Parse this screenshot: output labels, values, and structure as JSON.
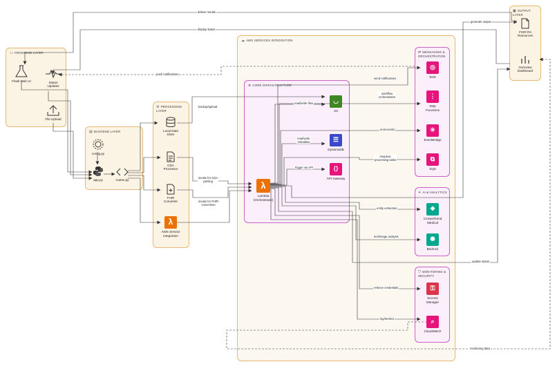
{
  "groups": {
    "frontend": "FRONTEND LAYER",
    "backend": "BACKEND LAYER",
    "processing": "PROCESSING\nLAYER",
    "aws": "AWS SERVICES INTEGRATION",
    "core": "CORE INFRASTRUCTURE",
    "messaging": "MESSAGING &\nORCHESTRATION",
    "ai": "AI & ANALYTICS",
    "monitoring": "MONITORING &\nSECURITY",
    "output": "OUTPUT LAYER"
  },
  "nodes": {
    "flask": "Flask Web UI",
    "status": "Status\nUpdates",
    "upload": "File Upload",
    "config": "config.py",
    "app": "app.py",
    "routes": "routes.py",
    "localdata": "Local Data\nStore",
    "cda": "CDA\nProcessor",
    "fhirconv": "FHIR\nConverter",
    "awsint": "AWS Service\nIntegration",
    "lambda": "Lambda\n(Orchestrator)",
    "s3": "S3",
    "dynamo": "DynamoDB",
    "apigw": "API Gateway",
    "sns": "SNS",
    "stepfn": "Step\nFunctions",
    "eventbridge": "EventBridge",
    "sqs": "SQS",
    "comprehend": "Comprehend\nMedical",
    "bedrock": "Bedrock",
    "secrets": "Secrets\nManager",
    "cloudwatch": "CloudWatch",
    "fhirres": "FHIR R4\nResources",
    "overview": "Overview\nDashboard"
  },
  "edges": {
    "deliver": "deliver results",
    "display": "display status",
    "push": "push notifications",
    "backup": "backup/upload",
    "cdaparse": "invoke for CDA\nparsing",
    "fhirinvoke": "invoke for FHIR\nconversion",
    "rwfiles": "read/write files",
    "rwmeta": "read/write\nmetadata",
    "trigger": "trigger via API",
    "sendnotif": "send notifications",
    "workflow": "workflow\norchestration",
    "emit": "emit events",
    "enqueue": "enqueue\nprocessing tasks",
    "entity": "entity extraction",
    "textimg": "text/image analysis",
    "retrieve": "retrieve credentials",
    "logs": "log/metrics",
    "genout": "generate output",
    "update": "update status",
    "monitor": "monitoring data"
  },
  "colors": {
    "lambda": "#ed7100",
    "s3": "#3f8624",
    "dynamo": "#3b48cc",
    "apigw": "#e7157b",
    "sns": "#e7157b",
    "stepfn": "#e7157b",
    "eventbridge": "#e7157b",
    "sqs": "#e7157b",
    "comprehend": "#01a88d",
    "bedrock": "#01a88d",
    "secrets": "#dd344c",
    "cloudwatch": "#e7157b",
    "awsint": "#ed7100"
  }
}
